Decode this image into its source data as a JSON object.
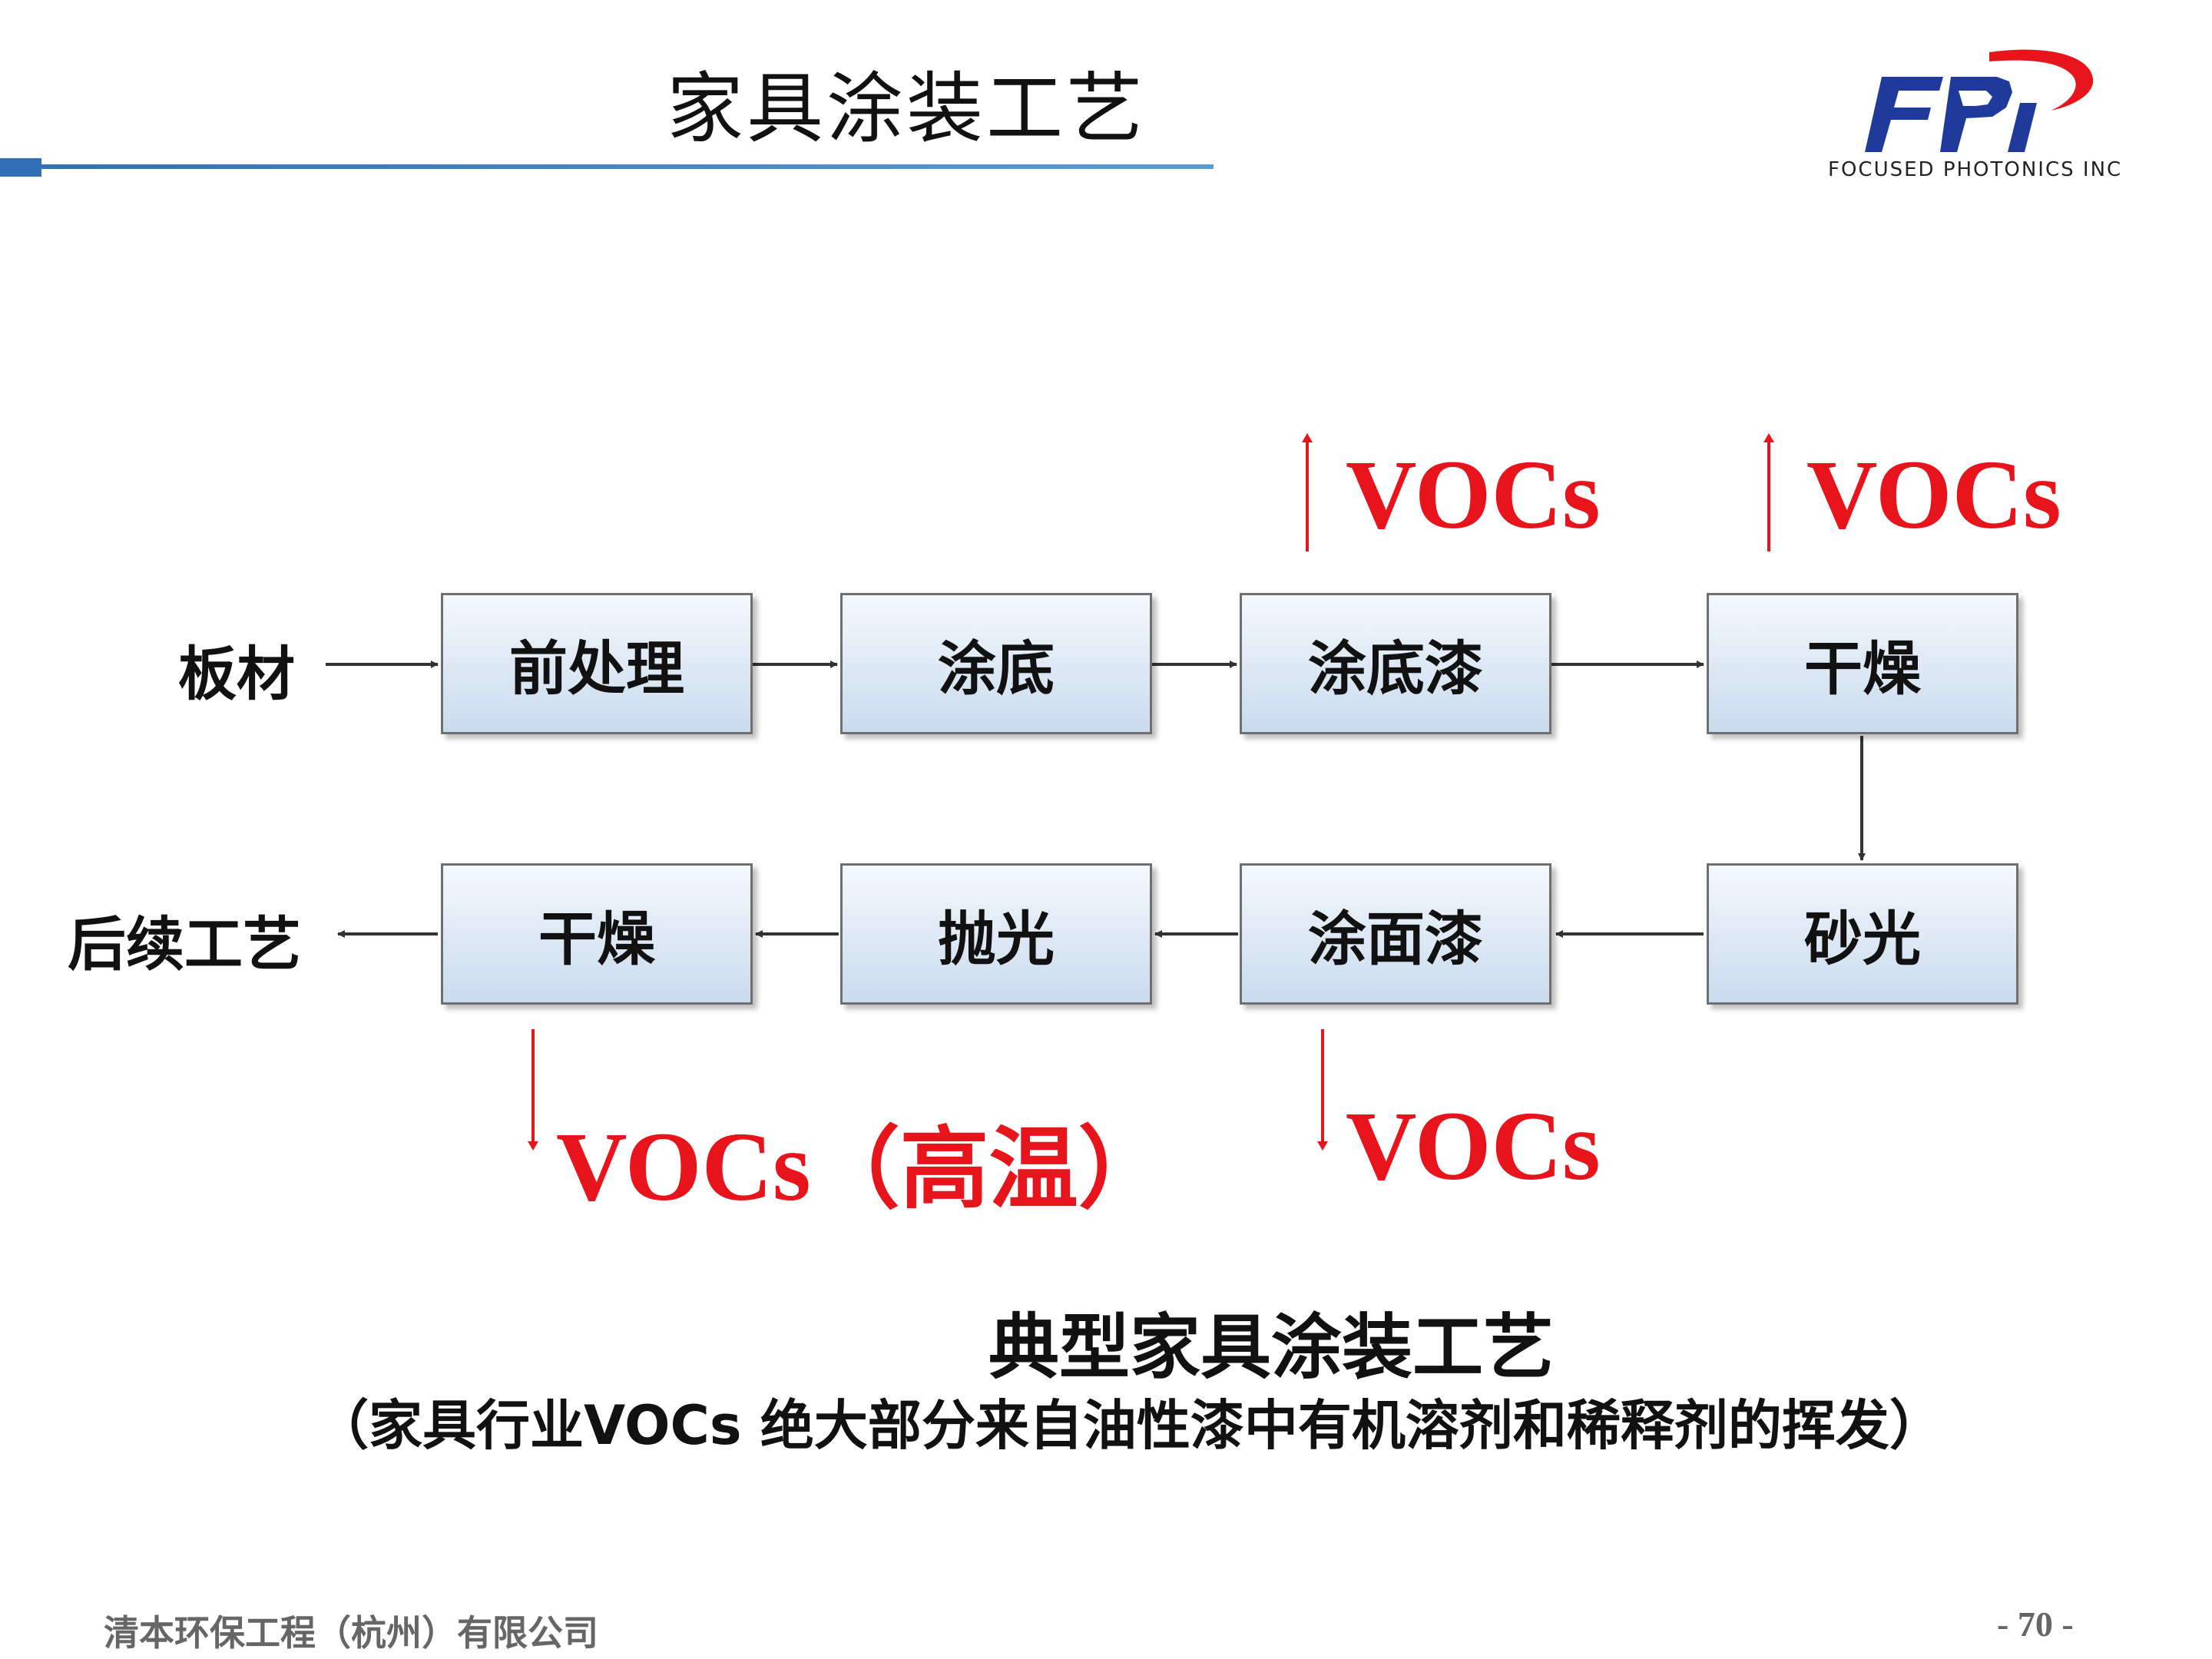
{
  "header": {
    "title": "家具涂装工艺",
    "logo_text": "FOCUSED PHOTONICS INC",
    "logo_mark": "FPI"
  },
  "flow": {
    "input": "板材",
    "output": "后续工艺",
    "top_row": [
      "前处理",
      "涂底",
      "涂底漆",
      "干燥"
    ],
    "bottom_row": [
      "干燥",
      "抛光",
      "涂面漆",
      "砂光"
    ]
  },
  "emissions": {
    "top1": "VOCs",
    "top2": "VOCs",
    "bottom1_prefix": "VOCs",
    "bottom1_note": "（高温）",
    "bottom2": "VOCs"
  },
  "caption": {
    "main": "典型家具涂装工艺",
    "sub": "（家具行业VOCs 绝大部分来自油性漆中有机溶剂和稀释剂的挥发）"
  },
  "footer": {
    "company": "清本环保工程（杭州）有限公司",
    "page": "- 70 -"
  },
  "colors": {
    "accent_red": "#e8141c",
    "rule_blue": "#2f6fb5",
    "logo_blue": "#1f3a9a",
    "logo_red": "#e8141c"
  }
}
